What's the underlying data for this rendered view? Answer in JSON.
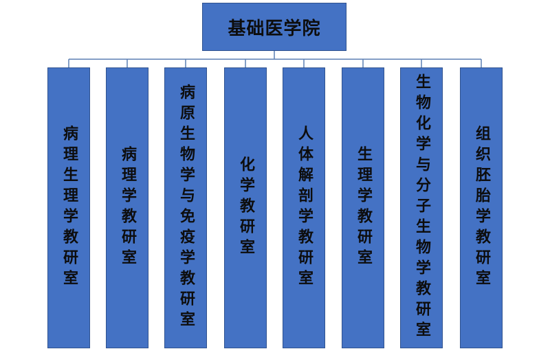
{
  "root": {
    "label": "基础医学院"
  },
  "departments": [
    {
      "label": "病理生理学教研室"
    },
    {
      "label": "病理学教研室"
    },
    {
      "label": "病原生物学与免疫学教研室"
    },
    {
      "label": "化学教研室"
    },
    {
      "label": "人体解剖学教研室"
    },
    {
      "label": "生理学教研室"
    },
    {
      "label": "生物化学与分子生物学教研室"
    },
    {
      "label": "组织胚胎学教研室"
    }
  ],
  "colors": {
    "node_fill": "#4472c4",
    "node_border": "#2f528f",
    "connector": "#5b7fb3",
    "text": "#0d0d0d"
  }
}
